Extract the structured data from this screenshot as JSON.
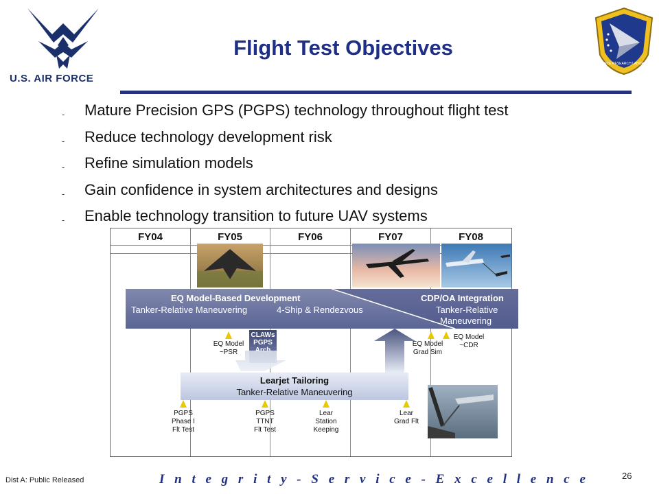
{
  "header": {
    "org_name": "U.S. AIR FORCE",
    "seal_text": "AIR FORCE RESEARCH LABORATORY",
    "title": "Flight Test Objectives"
  },
  "bullets": [
    "Mature Precision GPS (PGPS) technology throughout flight test",
    "Reduce technology development risk",
    "Refine simulation models",
    "Gain confidence in system architectures and designs",
    "Enable technology transition to future UAV systems"
  ],
  "bullet_marker": "-",
  "timeline": {
    "fiscal_years": [
      "FY04",
      "FY05",
      "FY06",
      "FY07",
      "FY08"
    ],
    "eq_band": {
      "title": "EQ Model-Based Development",
      "left_item": "Tanker-Relative Maneuvering",
      "middle_item": "4-Ship & Rendezvous",
      "right_title": "CDP/OA Integration",
      "right_line1": "Tanker-Relative",
      "right_line2": "Maneuvering"
    },
    "lear_band": {
      "title": "Learjet Tailoring",
      "subtitle": "Tanker-Relative Maneuvering"
    },
    "claws_box": [
      "CLAWs",
      "PGPS",
      "Arch"
    ],
    "upper_milestones": [
      {
        "lines": [
          "EQ Model",
          "~PSR"
        ]
      },
      {
        "lines": [
          "EQ Model",
          "Grad Sim"
        ]
      },
      {
        "lines": [
          "EQ Model",
          "~CDR"
        ]
      }
    ],
    "lower_milestones": [
      {
        "lines": [
          "PGPS",
          "Phase I",
          "Flt Test"
        ]
      },
      {
        "lines": [
          "PGPS",
          "TTNT",
          "Flt Test"
        ]
      },
      {
        "lines": [
          "Lear",
          "Station",
          "Keeping"
        ]
      },
      {
        "lines": [
          "Lear",
          "Grad Flt"
        ]
      }
    ],
    "colors": {
      "eq_band": "#5b6594",
      "lear_band": "#bcc6df",
      "milestone": "#e8c800"
    }
  },
  "footer": {
    "distribution": "Dist A: Public Released",
    "motto": "I n t e g r i t y  -  S e r v i c e  -  E x c e l l e n c e",
    "page_number": "26"
  }
}
